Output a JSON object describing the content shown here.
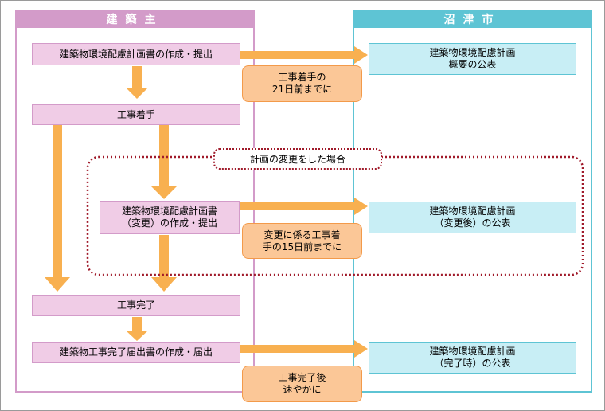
{
  "left_column": {
    "title": "建築主"
  },
  "right_column": {
    "title": "沼津市"
  },
  "steps": {
    "submit_plan": "建築物環境配慮計画書の作成・提出",
    "start_work": "工事着手",
    "change_plan_line1": "建築物環境配慮計画書",
    "change_plan_line2": "（変更）の作成・提出",
    "complete_work": "工事完了",
    "completion_report": "建築物工事完了届出書の作成・届出"
  },
  "publications": {
    "summary_line1": "建築物環境配慮計画",
    "summary_line2": "概要の公表",
    "after_change_line1": "建築物環境配慮計画",
    "after_change_line2": "（変更後）の公表",
    "on_completion_line1": "建築物環境配慮計画",
    "on_completion_line2": "（完了時）の公表"
  },
  "timing_notes": {
    "before_start_line1": "工事着手の",
    "before_start_line2": "21日前までに",
    "change_line1": "変更に係る工事着",
    "change_line2": "手の15日前までに",
    "after_completion_line1": "工事完了後",
    "after_completion_line2": "速やかに"
  },
  "change_case_label": "計画の変更をした場合",
  "colors": {
    "owner_border": "#d39bc9",
    "city_border": "#5ec4d4",
    "arrow": "#f8b050",
    "dotted_border": "#a01a2a"
  }
}
